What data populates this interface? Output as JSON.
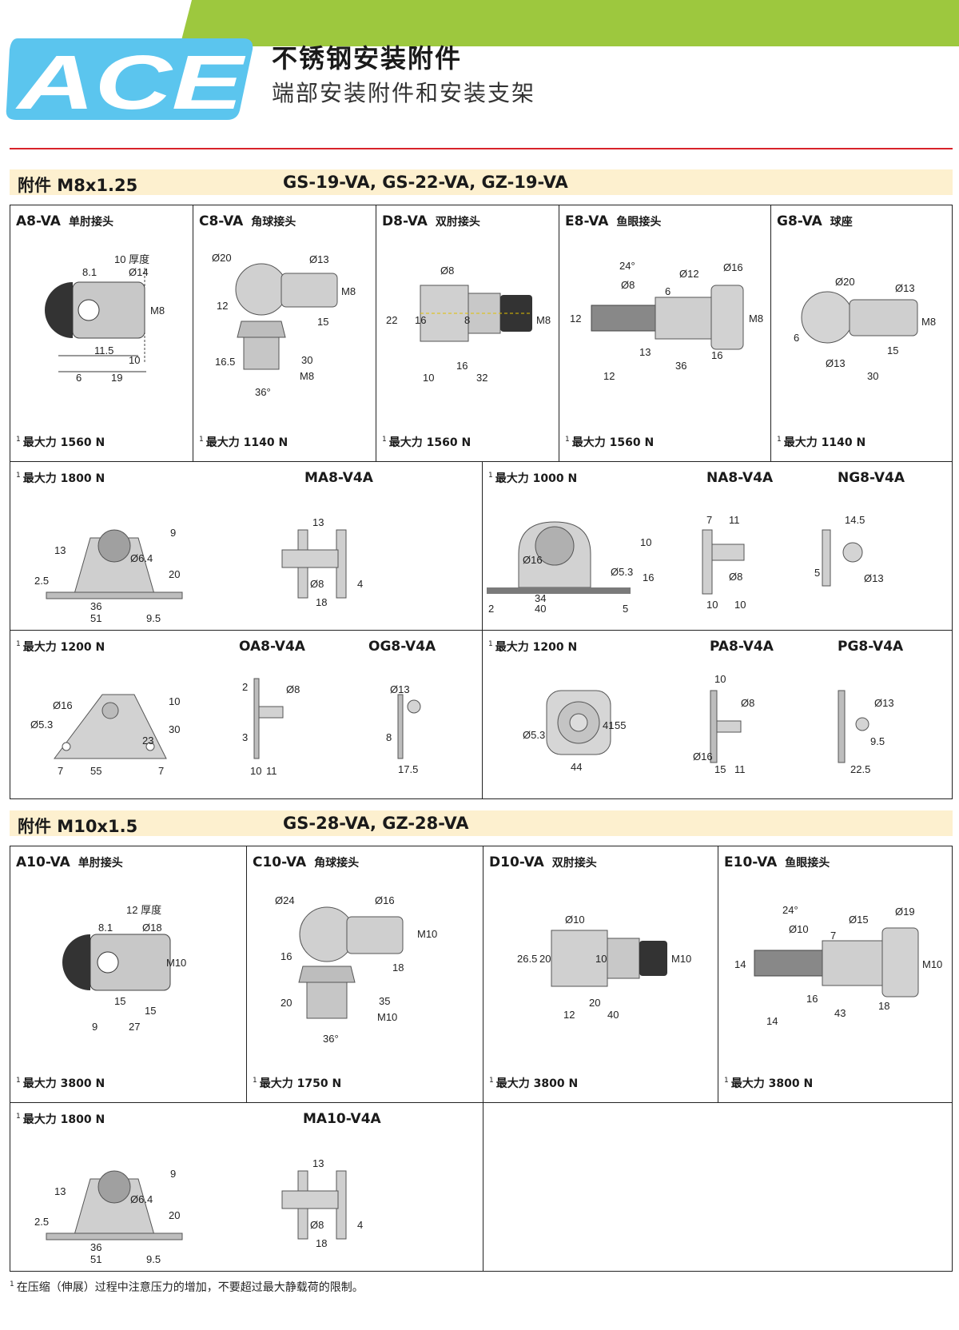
{
  "header": {
    "brand": "ACE",
    "title": "不锈钢安装附件",
    "subtitle": "端部安装附件和安装支架"
  },
  "colors": {
    "green": "#9dc83e",
    "logo_blue": "#5bc5ee",
    "red": "#d8232a",
    "section_bg": "#fdf0cf"
  },
  "section1": {
    "accessory": "附件 M8x1.25",
    "models": "GS-19-VA, GS-22-VA, GZ-19-VA",
    "row1": [
      {
        "code": "A8-VA",
        "name": "单肘接头",
        "force": "最大力 1560 N",
        "dims": [
          "10 厚度",
          "8.1",
          "Ø14",
          "M8",
          "11.5",
          "10",
          "6",
          "19"
        ]
      },
      {
        "code": "C8-VA",
        "name": "角球接头",
        "force": "最大力 1140 N",
        "dims": [
          "Ø20",
          "Ø13",
          "M8",
          "12",
          "15",
          "16.5",
          "30",
          "M8",
          "36°"
        ]
      },
      {
        "code": "D8-VA",
        "name": "双肘接头",
        "force": "最大力 1560 N",
        "dims": [
          "Ø8",
          "22",
          "16",
          "8",
          "M8",
          "16",
          "10",
          "32"
        ]
      },
      {
        "code": "E8-VA",
        "name": "鱼眼接头",
        "force": "最大力 1560 N",
        "dims": [
          "24°",
          "Ø12",
          "Ø16",
          "Ø8",
          "6",
          "12",
          "M8",
          "13",
          "16",
          "12",
          "36"
        ]
      },
      {
        "code": "G8-VA",
        "name": "球座",
        "force": "最大力 1140 N",
        "dims": [
          "Ø20",
          "Ø13",
          "M8",
          "6",
          "15",
          "Ø13",
          "30"
        ]
      }
    ],
    "row2": [
      {
        "force": "最大力 1800 N",
        "models": [
          "MA8-V4A"
        ],
        "dims": [
          "9",
          "13",
          "Ø6.4",
          "20",
          "2.5",
          "36",
          "51",
          "9.5",
          "13",
          "Ø8",
          "4",
          "18"
        ]
      },
      {
        "force": "最大力 1000 N",
        "models": [
          "NA8-V4A",
          "NG8-V4A"
        ],
        "dims": [
          "10",
          "Ø16",
          "Ø5.3",
          "16",
          "34",
          "2",
          "40",
          "5",
          "7",
          "11",
          "Ø8",
          "10",
          "10",
          "14.5",
          "5",
          "Ø13"
        ]
      }
    ],
    "row3": [
      {
        "force": "最大力 1200 N",
        "models": [
          "OA8-V4A",
          "OG8-V4A"
        ],
        "dims": [
          "Ø16",
          "10",
          "Ø5.3",
          "30",
          "23",
          "7",
          "55",
          "7",
          "2",
          "Ø8",
          "3",
          "10",
          "11",
          "Ø13",
          "8",
          "17.5"
        ]
      },
      {
        "force": "最大力 1200 N",
        "models": [
          "PA8-V4A",
          "PG8-V4A"
        ],
        "dims": [
          "41",
          "55",
          "Ø5.3",
          "44",
          "10",
          "Ø8",
          "Ø16",
          "15",
          "11",
          "Ø13",
          "9.5",
          "22.5"
        ]
      }
    ]
  },
  "section2": {
    "accessory": "附件 M10x1.5",
    "models": "GS-28-VA, GZ-28-VA",
    "row1": [
      {
        "code": "A10-VA",
        "name": "单肘接头",
        "force": "最大力 3800 N",
        "dims": [
          "12 厚度",
          "8.1",
          "Ø18",
          "M10",
          "15",
          "15",
          "9",
          "27"
        ]
      },
      {
        "code": "C10-VA",
        "name": "角球接头",
        "force": "最大力 1750 N",
        "dims": [
          "Ø24",
          "Ø16",
          "M10",
          "16",
          "18",
          "20",
          "35",
          "M10",
          "36°"
        ]
      },
      {
        "code": "D10-VA",
        "name": "双肘接头",
        "force": "最大力 3800 N",
        "dims": [
          "Ø10",
          "26.5",
          "20",
          "10",
          "M10",
          "20",
          "12",
          "40"
        ]
      },
      {
        "code": "E10-VA",
        "name": "鱼眼接头",
        "force": "最大力 3800 N",
        "dims": [
          "24°",
          "Ø15",
          "Ø19",
          "Ø10",
          "7",
          "14",
          "M10",
          "16",
          "18",
          "14",
          "43"
        ]
      }
    ],
    "row2": [
      {
        "force": "最大力 1800 N",
        "models": [
          "MA10-V4A"
        ],
        "dims": [
          "9",
          "13",
          "Ø6.4",
          "20",
          "2.5",
          "36",
          "51",
          "9.5",
          "13",
          "Ø8",
          "4",
          "18"
        ]
      }
    ]
  },
  "footnote": "在压缩（伸展）过程中注意压力的增加，不要超过最大静载荷的限制。"
}
